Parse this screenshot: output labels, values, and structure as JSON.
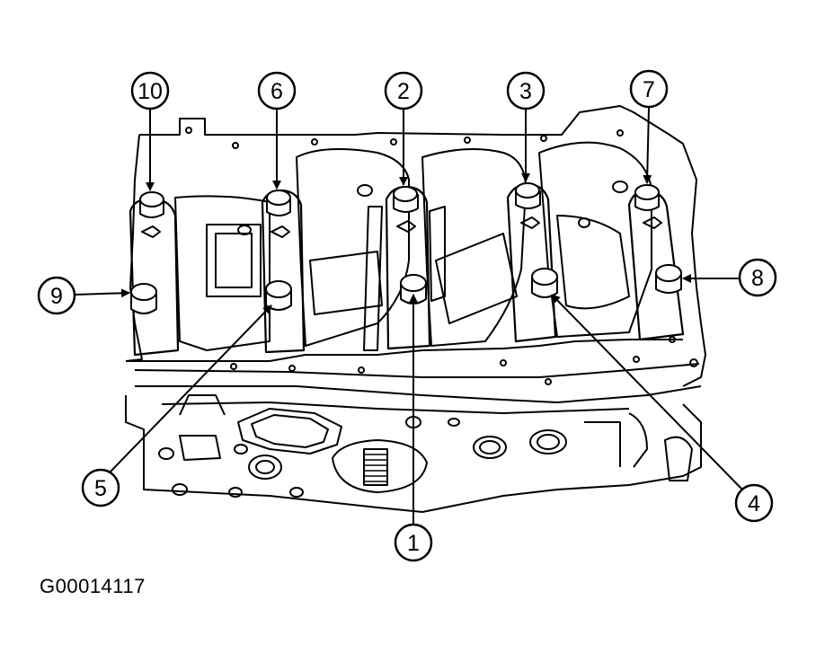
{
  "figure_id": "G00014117",
  "callouts": [
    {
      "key": "c1",
      "label": "1"
    },
    {
      "key": "c2",
      "label": "2"
    },
    {
      "key": "c3",
      "label": "3"
    },
    {
      "key": "c4",
      "label": "4"
    },
    {
      "key": "c5",
      "label": "5"
    },
    {
      "key": "c6",
      "label": "6"
    },
    {
      "key": "c7",
      "label": "7"
    },
    {
      "key": "c8",
      "label": "8"
    },
    {
      "key": "c9",
      "label": "9"
    },
    {
      "key": "c10",
      "label": "10"
    }
  ],
  "colors": {
    "ink": "#000000",
    "paper": "#ffffff"
  }
}
